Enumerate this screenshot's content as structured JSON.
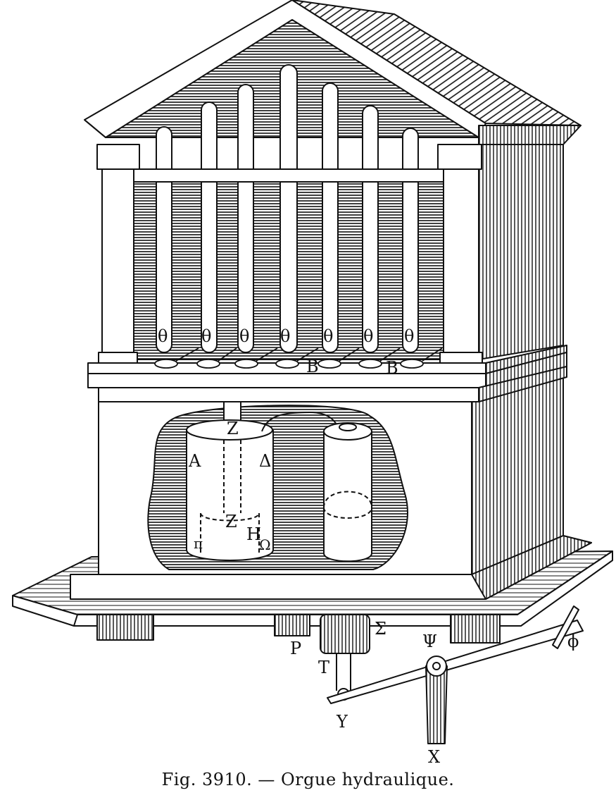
{
  "figure": {
    "caption": "Fig. 3910. — Orgue hydraulique.",
    "labels": {
      "theta": "θ",
      "B": "B",
      "Z": "Z",
      "A": "A",
      "Delta": "Δ",
      "H": "H",
      "pi": "π",
      "Omega": "Ω",
      "P": "P",
      "T": "T",
      "Sigma": "Σ",
      "Psi": "Ψ",
      "Y": "Y",
      "X": "X",
      "Phi": "ϕ"
    }
  }
}
